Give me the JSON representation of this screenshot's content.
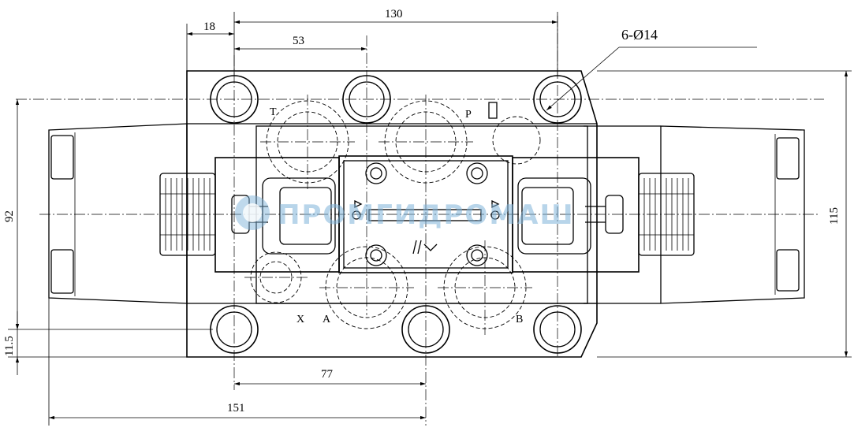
{
  "dimensions": {
    "d18": "18",
    "d130": "130",
    "d53": "53",
    "holes": "6-Ø14",
    "d92": "92",
    "d115": "115",
    "d11_5": "11.5",
    "d77": "77",
    "d151": "151"
  },
  "ports": {
    "T": "T",
    "P": "P",
    "X": "X",
    "A": "A",
    "B": "B"
  },
  "watermark": {
    "text": "ПРОМГИДРОМАШ"
  },
  "colors": {
    "line": "#000000",
    "watermark": "#7fb3d9"
  }
}
